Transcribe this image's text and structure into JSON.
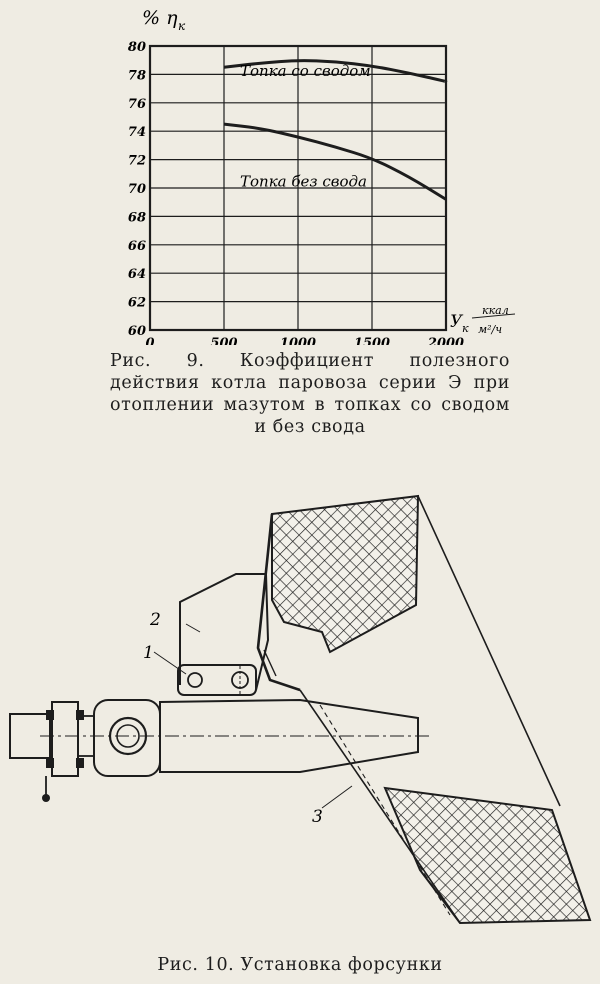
{
  "chart_data": {
    "type": "line",
    "ylabel": "% η",
    "ylabel_sub": "к",
    "xlabel": "У",
    "xlabel_sub": "к",
    "xlabel_unit_num": "ккал",
    "xlabel_unit_den": "м²/ч",
    "xlim": [
      0,
      2000
    ],
    "ylim": [
      60,
      80
    ],
    "x_ticks": [
      0,
      500,
      1000,
      1500,
      2000
    ],
    "y_ticks": [
      60,
      62,
      64,
      66,
      68,
      70,
      72,
      74,
      76,
      78,
      80
    ],
    "x_tick_labels": [
      "0",
      "500",
      "1000",
      "1500",
      "2000"
    ],
    "y_tick_labels": [
      "60",
      "62",
      "64",
      "66",
      "68",
      "70",
      "72",
      "74",
      "76",
      "78",
      "80"
    ],
    "grid": true,
    "series": [
      {
        "name": "Топка со сводом",
        "x": [
          500,
          750,
          1000,
          1250,
          1500,
          1750,
          2000
        ],
        "y": [
          78.5,
          78.8,
          79.0,
          78.9,
          78.6,
          78.1,
          77.5
        ]
      },
      {
        "name": "Топка без свода",
        "x": [
          500,
          750,
          1000,
          1250,
          1500,
          1750,
          2000
        ],
        "y": [
          74.5,
          74.2,
          73.6,
          72.9,
          72.1,
          70.8,
          69.2
        ]
      }
    ]
  },
  "fig9_caption": "Рис. 9. Коэффициент полезного действия котла паровоза серии Э при отоплении мазутом в топках со сводом и без свода",
  "fig10_caption": "Рис. 10. Установка форсунки",
  "fig10_labels": {
    "l1": "1",
    "l2": "2",
    "l3": "3"
  }
}
